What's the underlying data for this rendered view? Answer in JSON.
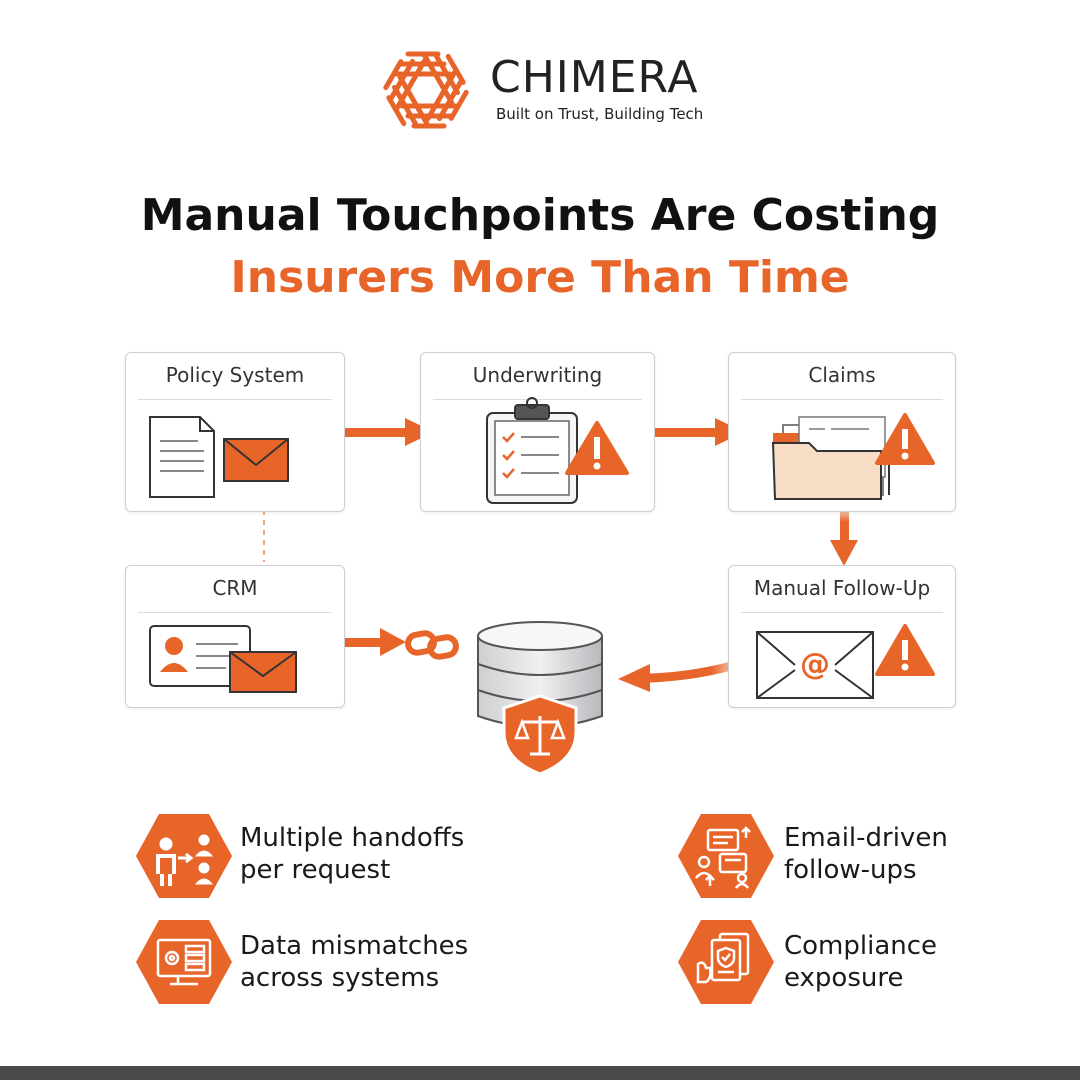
{
  "brand": {
    "name": "CHIMERA",
    "tagline": "Built on Trust, Building Tech",
    "accent": "#e8652a"
  },
  "headline": {
    "line1": "Manual Touchpoints Are Costing",
    "line2": "Insurers More Than Time"
  },
  "diagram": {
    "nodes": [
      {
        "id": "policy",
        "label": "Policy System",
        "icons": [
          "document-icon",
          "envelope-icon"
        ]
      },
      {
        "id": "underwriting",
        "label": "Underwriting",
        "icons": [
          "clipboard-checklist-icon",
          "warning-icon"
        ]
      },
      {
        "id": "claims",
        "label": "Claims",
        "icons": [
          "folder-icon",
          "warning-icon"
        ]
      },
      {
        "id": "crm",
        "label": "CRM",
        "icons": [
          "contact-card-icon",
          "envelope-icon"
        ]
      },
      {
        "id": "followup",
        "label": "Manual Follow-Up",
        "icons": [
          "at-envelope-icon",
          "warning-icon"
        ]
      },
      {
        "id": "database",
        "label": "",
        "icons": [
          "database-icon",
          "scales-shield-icon"
        ]
      }
    ],
    "edges": [
      {
        "from": "policy",
        "to": "underwriting",
        "style": "solid"
      },
      {
        "from": "underwriting",
        "to": "claims",
        "style": "solid"
      },
      {
        "from": "claims",
        "to": "followup",
        "style": "solid"
      },
      {
        "from": "followup",
        "to": "database",
        "style": "solid"
      },
      {
        "from": "crm",
        "to": "database",
        "style": "solid"
      },
      {
        "from": "policy",
        "to": "crm",
        "style": "dashed"
      }
    ]
  },
  "features": [
    {
      "line1": "Multiple handoffs",
      "line2": "per request",
      "icon": "handoff-people-icon"
    },
    {
      "line1": "Email-driven",
      "line2": "follow-ups",
      "icon": "email-chat-icon"
    },
    {
      "line1": "Data mismatches",
      "line2": "across systems",
      "icon": "monitor-gear-icon"
    },
    {
      "line1": "Compliance",
      "line2": "exposure",
      "icon": "compliance-docs-icon"
    }
  ]
}
